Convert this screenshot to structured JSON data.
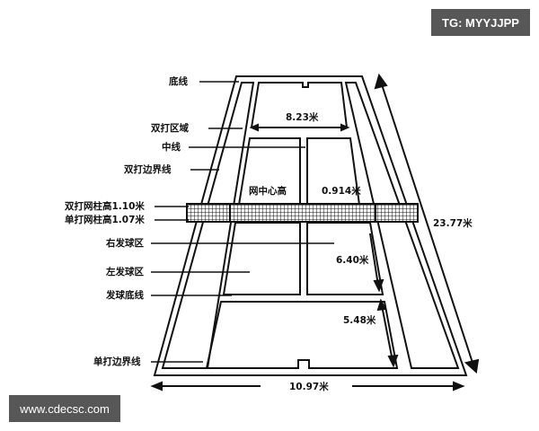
{
  "watermark_top": "TG: MYYJJPP",
  "watermark_bottom": "www.cdecsc.com",
  "left_labels": [
    {
      "id": "baseline",
      "text": "底线"
    },
    {
      "id": "doubles-area",
      "text": "双打区域"
    },
    {
      "id": "center-line",
      "text": "中线"
    },
    {
      "id": "doubles-sideline",
      "text": "双打边界线"
    },
    {
      "id": "doubles-post-height",
      "text": "双打网柱高1.10米"
    },
    {
      "id": "singles-post-height",
      "text": "单打网柱高1.07米"
    },
    {
      "id": "right-service-court",
      "text": "右发球区"
    },
    {
      "id": "left-service-court",
      "text": "左发球区"
    },
    {
      "id": "service-line",
      "text": "发球底线"
    },
    {
      "id": "singles-sideline",
      "text": "单打边界线"
    }
  ],
  "dimensions": {
    "singles_width": "8.23米",
    "net_center_label": "网中心高",
    "net_center_height": "0.914米",
    "court_length": "23.77米",
    "service_box_length": "6.40米",
    "backcourt_length": "5.48米",
    "doubles_width": "10.97米"
  },
  "colors": {
    "line": "#111111",
    "badge_bg": "#575757",
    "badge_text": "#ffffff"
  }
}
